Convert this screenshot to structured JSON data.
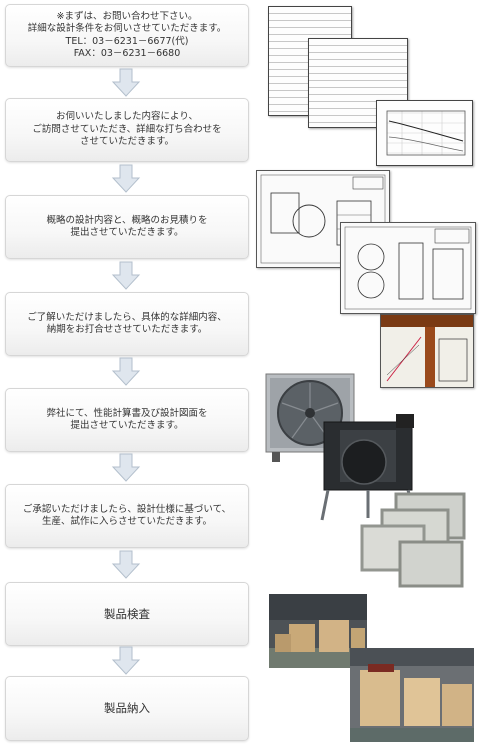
{
  "steps": [
    {
      "lines": [
        "※まずは、お問い合わせ下さい。",
        "詳細な設計条件をお伺いさせていただきます。",
        "TEL：03－6231－6677(代)",
        "FAX：03－6231－6680"
      ]
    },
    {
      "lines": [
        "お伺いいたしました内容により、",
        "ご訪問させていただき、詳細な打ち合わせを",
        "させていただきます。"
      ]
    },
    {
      "lines": [
        "概略の設計内容と、概略のお見積りを",
        "提出させていただきます。"
      ]
    },
    {
      "lines": [
        "ご了解いただけましたら、具体的な詳細内容、",
        "納期をお打合せさせていただきます。"
      ]
    },
    {
      "lines": [
        "弊社にて、性能計算書及び設計図面を",
        "提出させていただきます。"
      ]
    },
    {
      "lines": [
        "ご承認いただけましたら、設計仕様に基づいて、",
        "生産、試作に入らさせていただきます。"
      ]
    },
    {
      "lines": [
        "製品検査"
      ]
    },
    {
      "lines": [
        "製品納入"
      ]
    }
  ],
  "icons": {
    "arrow": "down-arrow-icon"
  },
  "colors": {
    "arrow_fill": "#dfe6ee",
    "arrow_stroke": "#b3bfcc",
    "box_border": "#d6d6d6"
  }
}
